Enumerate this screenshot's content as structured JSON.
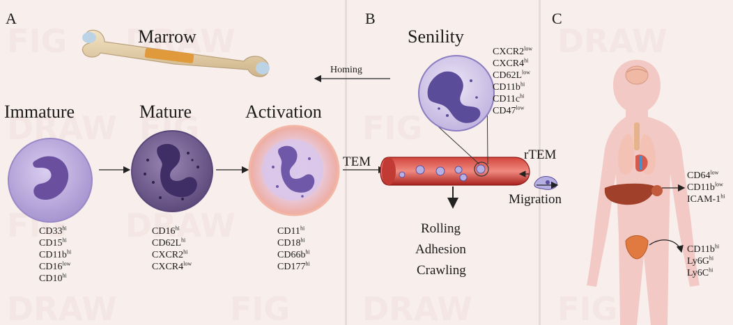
{
  "panels": {
    "a": {
      "letter": "A",
      "marrow": "Marrow",
      "homing": "Homing",
      "stages": [
        {
          "title": "Immature",
          "markers": [
            {
              "name": "CD33",
              "level": "hi"
            },
            {
              "name": "CD15",
              "level": "hi"
            },
            {
              "name": "CD11b",
              "level": "hi"
            },
            {
              "name": "CD16",
              "level": "low"
            },
            {
              "name": "CD10",
              "level": "hi"
            }
          ]
        },
        {
          "title": "Mature",
          "markers": [
            {
              "name": "CD16",
              "level": "hi"
            },
            {
              "name": "CD62L",
              "level": "hi"
            },
            {
              "name": "CXCR2",
              "level": "hi"
            },
            {
              "name": "CXCR4",
              "level": "low"
            }
          ]
        },
        {
          "title": "Activation",
          "markers": [
            {
              "name": "CD11",
              "level": "hi"
            },
            {
              "name": "CD18",
              "level": "hi"
            },
            {
              "name": "CD66b",
              "level": "hi"
            },
            {
              "name": "CD177",
              "level": "hi"
            }
          ]
        }
      ]
    },
    "b": {
      "letter": "B",
      "senility": "Senility",
      "senility_markers": [
        {
          "name": "CXCR2",
          "level": "low"
        },
        {
          "name": "CXCR4",
          "level": "hi"
        },
        {
          "name": "CD62L",
          "level": "low"
        },
        {
          "name": "CD11b",
          "level": "hi"
        },
        {
          "name": "CD11c",
          "level": "hi"
        },
        {
          "name": "CD47",
          "level": "low"
        }
      ],
      "tem": "TEM",
      "rtem": "rTEM",
      "migration": "Migration",
      "steps": [
        "Rolling",
        "Adhesion",
        "Crawling"
      ]
    },
    "c": {
      "letter": "C",
      "liver_markers": [
        {
          "name": "CD64",
          "level": "low"
        },
        {
          "name": "CD11b",
          "level": "low"
        },
        {
          "name": "ICAM-1",
          "level": "hi"
        }
      ],
      "bladder_markers": [
        {
          "name": "CD11b",
          "level": "hi"
        },
        {
          "name": "Ly6G",
          "level": "hi"
        },
        {
          "name": "Ly6C",
          "level": "hi"
        }
      ]
    }
  },
  "colors": {
    "background": "#f8efec",
    "cell_immature": "#b6a6d8",
    "cell_mature": "#6e5a8c",
    "cell_activation": "#f2b7a6",
    "vessel": "#b8282a",
    "body": "#f2c9c4"
  }
}
